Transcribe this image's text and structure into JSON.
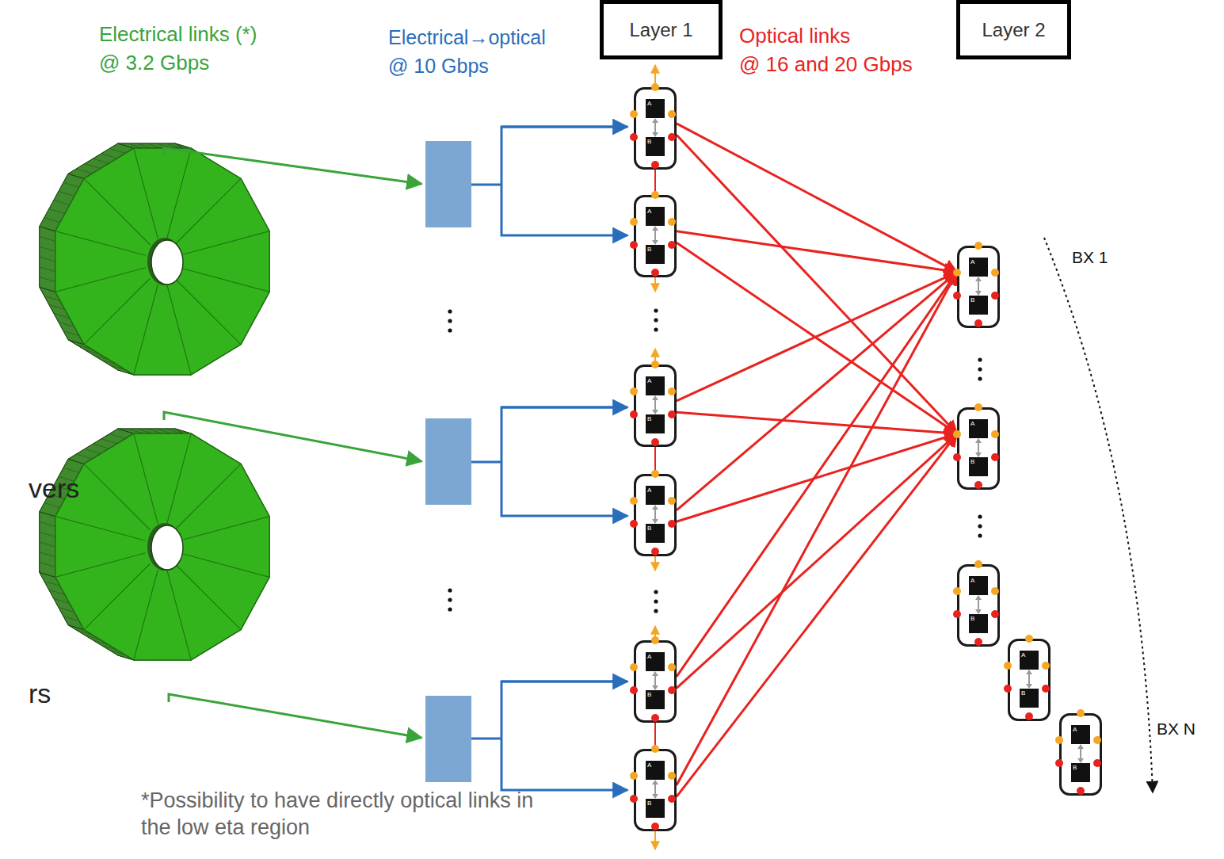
{
  "diagram": {
    "nodes": [
      {
        "text": [
          "Layer 1"
        ]
      },
      {
        "text": [
          "Layer 2"
        ]
      },
      {
        "text": [
          "A",
          "B"
        ]
      },
      {
        "text": [
          "A",
          "B"
        ]
      },
      {
        "text": [
          "A",
          "B"
        ]
      },
      {
        "text": [
          "A",
          "B"
        ]
      },
      {
        "text": [
          "A",
          "B"
        ]
      },
      {
        "text": [
          "A",
          "B"
        ]
      },
      {
        "text": [
          "A",
          "B"
        ]
      },
      {
        "text": [
          "A",
          "B"
        ]
      },
      {
        "text": [
          "A",
          "B"
        ]
      },
      {
        "text": [
          "A",
          "B"
        ]
      },
      {
        "text": [
          "A",
          "B"
        ]
      }
    ],
    "edges": [
      {
        "from": 2,
        "to": 8,
        "arrow": "to"
      },
      {
        "from": 2,
        "to": 9,
        "arrow": "to"
      },
      {
        "from": 3,
        "to": 8,
        "arrow": "to"
      },
      {
        "from": 3,
        "to": 9,
        "arrow": "to"
      },
      {
        "from": 4,
        "to": 8,
        "arrow": "to"
      },
      {
        "from": 4,
        "to": 9,
        "arrow": "to"
      },
      {
        "from": 5,
        "to": 8,
        "arrow": "to"
      },
      {
        "from": 5,
        "to": 9,
        "arrow": "to"
      },
      {
        "from": 6,
        "to": 8,
        "arrow": "to"
      },
      {
        "from": 6,
        "to": 9,
        "arrow": "to"
      },
      {
        "from": 7,
        "to": 8,
        "arrow": "to"
      },
      {
        "from": 7,
        "to": 9,
        "arrow": "to"
      }
    ],
    "labels": [
      "Electrical links (*)",
      "@ 3.2 Gbps",
      "Electrical→optical",
      "@ 10 Gbps",
      "Optical links",
      "@ 16 and 20 Gbps",
      "BX 1",
      "BX N",
      "vers",
      "rs",
      "*Possibility to have directly optical links in the low eta region"
    ]
  }
}
